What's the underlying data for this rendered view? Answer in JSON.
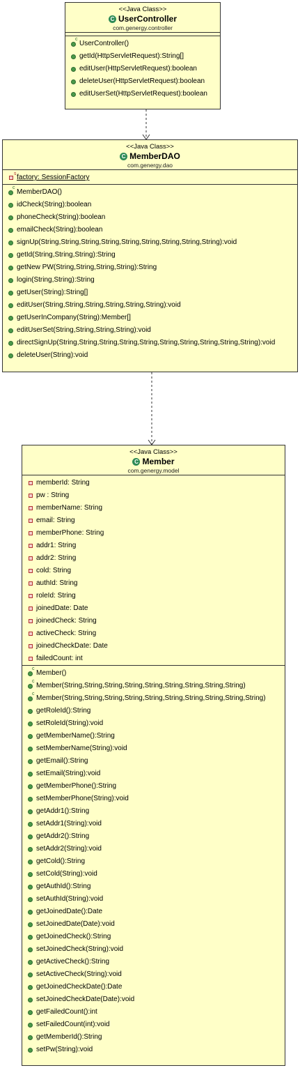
{
  "classes": [
    {
      "stereotype": "<<Java Class>>",
      "name": "UserController",
      "package": "com.genergy.controller",
      "fields": [],
      "methods": [
        {
          "text": "UserController()",
          "kind": "constructor"
        },
        {
          "text": "getId(HttpServletRequest):String[]",
          "kind": "method"
        },
        {
          "text": "editUser(HttpServletRequest):boolean",
          "kind": "method"
        },
        {
          "text": "deleteUser(HttpServletRequest):boolean",
          "kind": "method"
        },
        {
          "text": "editUserSet(HttpServletRequest):boolean",
          "kind": "method"
        }
      ]
    },
    {
      "stereotype": "<<Java Class>>",
      "name": "MemberDAO",
      "package": "com.genergy.dao",
      "fields": [
        {
          "text": "factory: SessionFactory",
          "kind": "static-private"
        }
      ],
      "methods": [
        {
          "text": "MemberDAO()",
          "kind": "constructor"
        },
        {
          "text": "idCheck(String):boolean",
          "kind": "method"
        },
        {
          "text": "phoneCheck(String):boolean",
          "kind": "method"
        },
        {
          "text": "emailCheck(String):boolean",
          "kind": "method"
        },
        {
          "text": "signUp(String,String,String,String,String,String,String,String,String):void",
          "kind": "method"
        },
        {
          "text": "getId(String,String,String):String",
          "kind": "method"
        },
        {
          "text": "getNew PW(String,String,String,String):String",
          "kind": "method"
        },
        {
          "text": "login(String,String):String",
          "kind": "method"
        },
        {
          "text": "getUser(String):String[]",
          "kind": "method"
        },
        {
          "text": "editUser(String,String,String,String,String,String):void",
          "kind": "method"
        },
        {
          "text": "getUserInCompany(String):Member[]",
          "kind": "method"
        },
        {
          "text": "editUserSet(String,String,String,String):void",
          "kind": "method"
        },
        {
          "text": "directSignUp(String,String,String,String,String,String,String,String,String,String):void",
          "kind": "method"
        },
        {
          "text": "deleteUser(String):void",
          "kind": "method"
        }
      ]
    },
    {
      "stereotype": "<<Java Class>>",
      "name": "Member",
      "package": "com.genergy.model",
      "fields": [
        {
          "text": "memberId: String",
          "kind": "private"
        },
        {
          "text": "pw : String",
          "kind": "private"
        },
        {
          "text": "memberName: String",
          "kind": "private"
        },
        {
          "text": "email: String",
          "kind": "private"
        },
        {
          "text": "memberPhone: String",
          "kind": "private"
        },
        {
          "text": "addr1: String",
          "kind": "private"
        },
        {
          "text": "addr2: String",
          "kind": "private"
        },
        {
          "text": "cold: String",
          "kind": "private"
        },
        {
          "text": "authId: String",
          "kind": "private"
        },
        {
          "text": "roleId: String",
          "kind": "private"
        },
        {
          "text": "joinedDate: Date",
          "kind": "private"
        },
        {
          "text": "joinedCheck: String",
          "kind": "private"
        },
        {
          "text": "activeCheck: String",
          "kind": "private"
        },
        {
          "text": "joinedCheckDate: Date",
          "kind": "private"
        },
        {
          "text": "failedCount: int",
          "kind": "private"
        }
      ],
      "methods": [
        {
          "text": "Member()",
          "kind": "constructor"
        },
        {
          "text": "Member(String,String,String,String,String,String,String,String,String)",
          "kind": "constructor"
        },
        {
          "text": "Member(String,String,String,String,String,String,String,String,String,String)",
          "kind": "constructor"
        },
        {
          "text": "getRoleId():String",
          "kind": "method"
        },
        {
          "text": "setRoleId(String):void",
          "kind": "method"
        },
        {
          "text": "getMemberName():String",
          "kind": "method"
        },
        {
          "text": "setMemberName(String):void",
          "kind": "method"
        },
        {
          "text": "getEmail():String",
          "kind": "method"
        },
        {
          "text": "setEmail(String):void",
          "kind": "method"
        },
        {
          "text": "getMemberPhone():String",
          "kind": "method"
        },
        {
          "text": "setMemberPhone(String):void",
          "kind": "method"
        },
        {
          "text": "getAddr1():String",
          "kind": "method"
        },
        {
          "text": "setAddr1(String):void",
          "kind": "method"
        },
        {
          "text": "getAddr2():String",
          "kind": "method"
        },
        {
          "text": "setAddr2(String):void",
          "kind": "method"
        },
        {
          "text": "getCold():String",
          "kind": "method"
        },
        {
          "text": "setCold(String):void",
          "kind": "method"
        },
        {
          "text": "getAuthId():String",
          "kind": "method"
        },
        {
          "text": "setAuthId(String):void",
          "kind": "method"
        },
        {
          "text": "getJoinedDate():Date",
          "kind": "method"
        },
        {
          "text": "setJoinedDate(Date):void",
          "kind": "method"
        },
        {
          "text": "getJoinedCheck():String",
          "kind": "method"
        },
        {
          "text": "setJoinedCheck(String):void",
          "kind": "method"
        },
        {
          "text": "getActiveCheck():String",
          "kind": "method"
        },
        {
          "text": "setActiveCheck(String):void",
          "kind": "method"
        },
        {
          "text": "getJoinedCheckDate():Date",
          "kind": "method"
        },
        {
          "text": "setJoinedCheckDate(Date):void",
          "kind": "method"
        },
        {
          "text": "getFailedCount():int",
          "kind": "method"
        },
        {
          "text": "setFailedCount(int):void",
          "kind": "method"
        },
        {
          "text": "getMemberId():String",
          "kind": "method"
        },
        {
          "text": "setPw(String):void",
          "kind": "method"
        }
      ]
    }
  ],
  "colors": {
    "class_fill": "#ffffc8",
    "border": "#333333",
    "method_icon": "#4a9a4a",
    "field_icon": "#b03030",
    "class_icon": "#2e8b57"
  },
  "icons": {
    "class": "class-c-circle-icon",
    "method": "public-method-green-dot-icon",
    "constructor": "constructor-c-icon",
    "field": "private-field-red-square-icon"
  }
}
